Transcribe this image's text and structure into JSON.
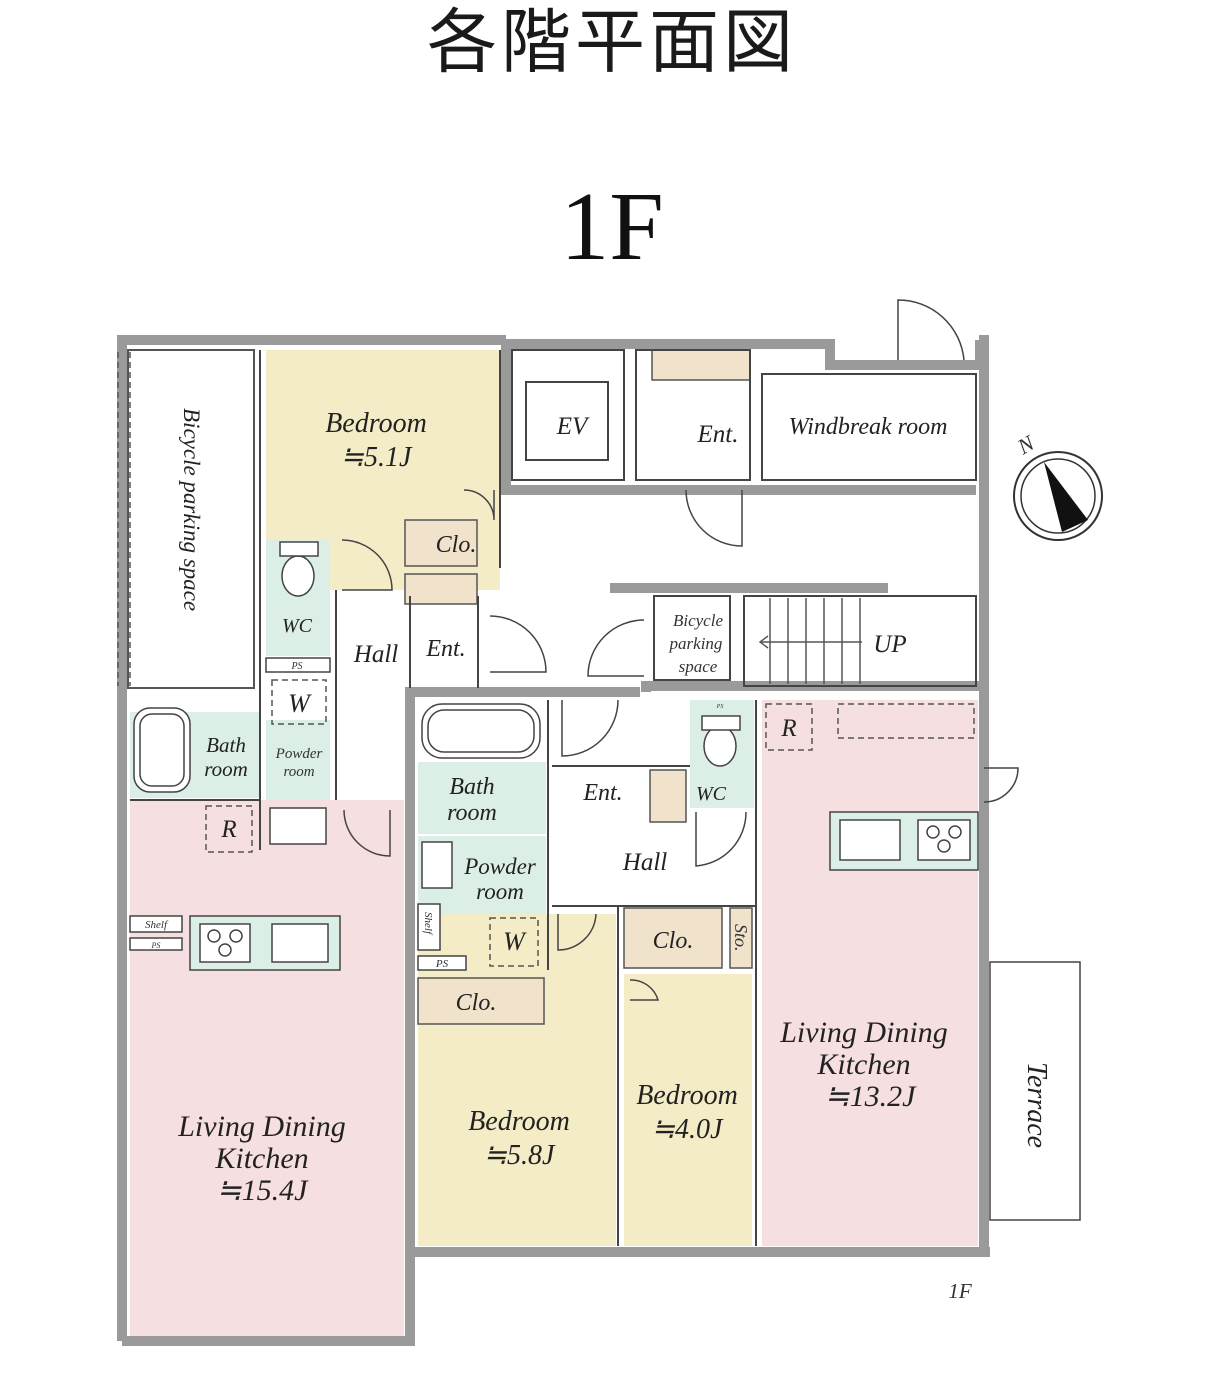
{
  "title": "各階平面図",
  "floor_heading": "1F",
  "floor_tag": "1F",
  "compass": {
    "north_label": "N"
  },
  "colors": {
    "bedroom": "#f4ecc7",
    "living": "#f6dfe0",
    "wet": "#dcefe6",
    "storage": "#f1e2cc",
    "wall": "#9a9a9a"
  },
  "rooms": {
    "bicycle_parking_left": "Bicycle parking space",
    "bedroom_top": {
      "name": "Bedroom",
      "size": "≒5.1J"
    },
    "clo_top": "Clo.",
    "ev": "EV",
    "ent_top": "Ent.",
    "windbreak": "Windbreak room",
    "wc_left": "WC",
    "hall_left": "Hall",
    "ent_left": "Ent.",
    "ps_left": "PS",
    "w_left": "W",
    "bath_left": [
      "Bath",
      "room"
    ],
    "powder_left": [
      "Powder",
      "room"
    ],
    "r_left": "R",
    "shelf_left": "Shelf",
    "ps_left2": "PS",
    "ldk_left": {
      "line1": "Living Dining",
      "line2": "Kitchen",
      "size": "≒15.4J"
    },
    "bicycle_parking_small": [
      "Bicycle",
      "parking",
      "space"
    ],
    "up": "UP",
    "bath_mid": [
      "Bath",
      "room"
    ],
    "powder_mid": [
      "Powder",
      "room"
    ],
    "shelf_mid": "Shelf",
    "w_mid": "W",
    "ps_mid": "PS",
    "ent_mid": "Ent.",
    "hall_mid": "Hall",
    "wc_right": "WC",
    "ps_right": "PS",
    "clo_mid": "Clo.",
    "clo_right": "Clo.",
    "sto": "Sto.",
    "bedroom_mid": {
      "name": "Bedroom",
      "size": "≒5.8J"
    },
    "bedroom_small": {
      "name": "Bedroom",
      "size": "≒4.0J"
    },
    "r_right": "R",
    "ldk_right": {
      "line1": "Living Dining",
      "line2": "Kitchen",
      "size": "≒13.2J"
    },
    "terrace": "Terrace"
  }
}
